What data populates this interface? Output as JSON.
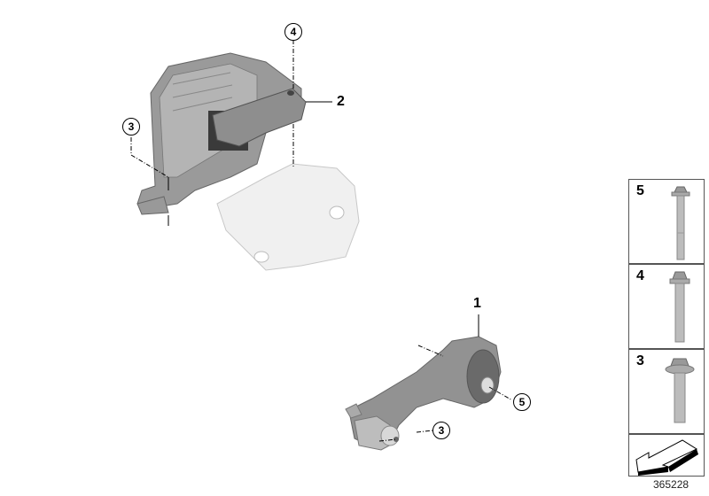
{
  "diagram": {
    "type": "parts-exploded-view",
    "subject": "Engine/transmission mounts",
    "document_number": "365228",
    "parts": [
      {
        "id": "part-2",
        "label": "2",
        "description": "Transmission mount (upper)"
      },
      {
        "id": "part-1",
        "label": "1",
        "description": "Torque rod / pendulum support"
      }
    ],
    "callouts": [
      {
        "label": "4",
        "target": "bolt hole on mount 2"
      },
      {
        "label": "3",
        "target": "bolt on mount 2 base"
      },
      {
        "label": "3",
        "target": "bolt on torque rod 1 small end"
      },
      {
        "label": "5",
        "target": "bolt on torque rod 1 large end"
      }
    ],
    "legend_panels": [
      {
        "label": "5",
        "item": "long bolt"
      },
      {
        "label": "4",
        "item": "medium bolt"
      },
      {
        "label": "3",
        "item": "short flange bolt"
      },
      {
        "label": "",
        "item": "direction-arrow"
      }
    ]
  }
}
